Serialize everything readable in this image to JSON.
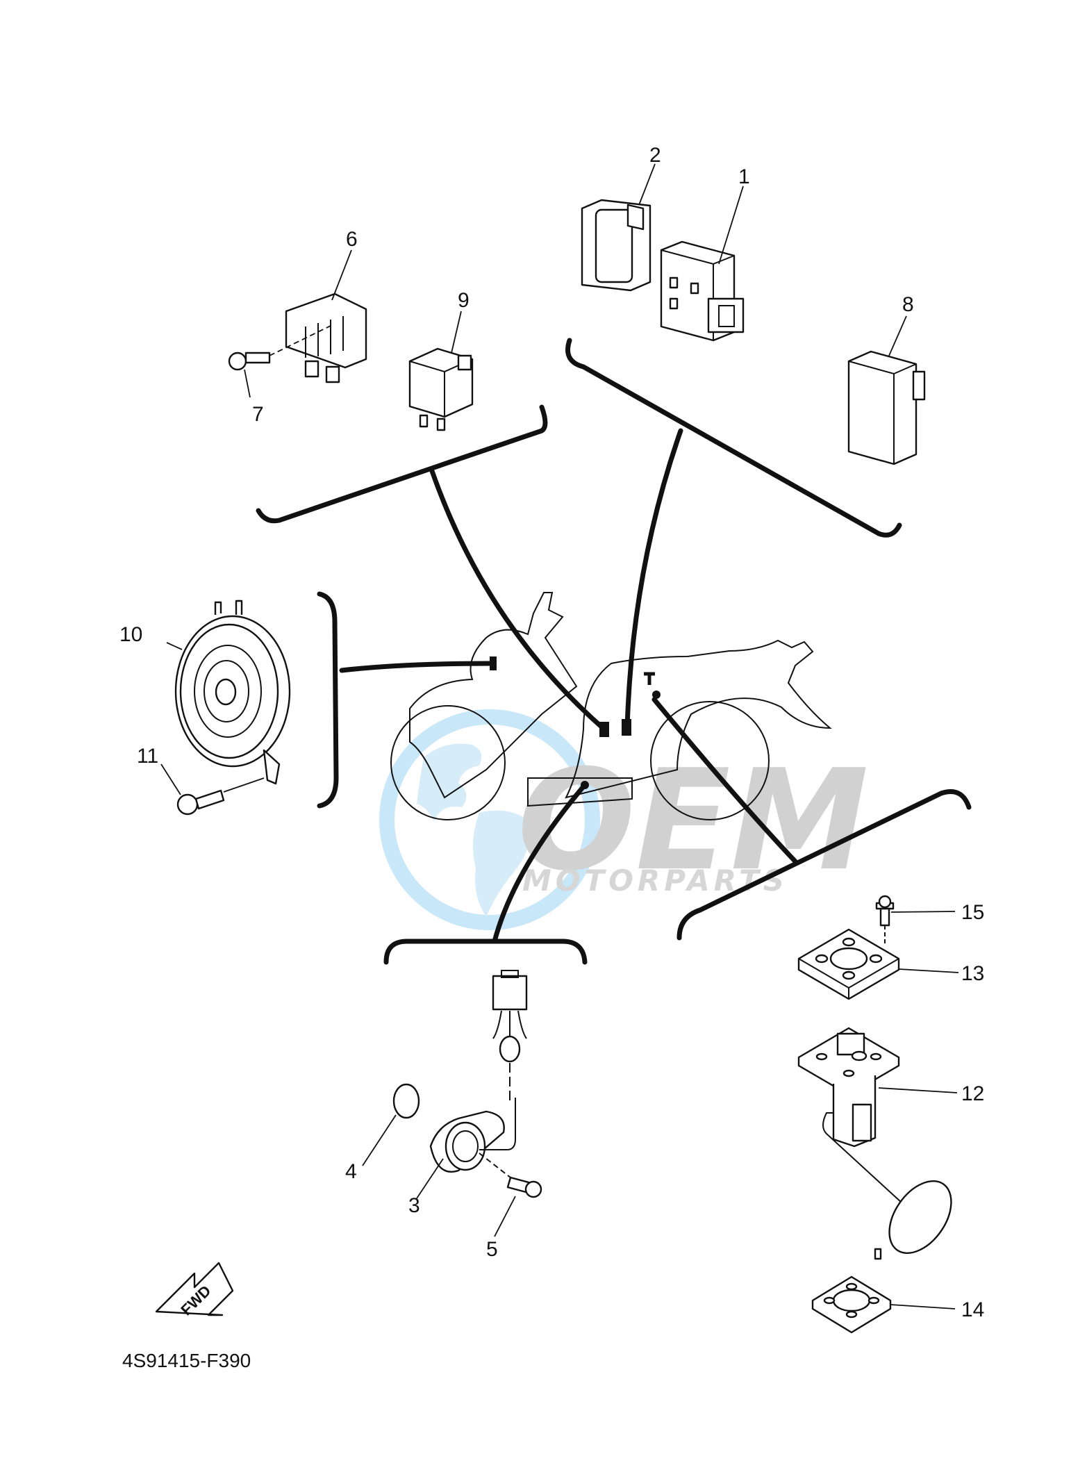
{
  "diagram": {
    "code": "4S91415-F390",
    "fwd_label": "FWD",
    "callouts": [
      {
        "id": "1",
        "part": "connector"
      },
      {
        "id": "2",
        "part": "connector-cover"
      },
      {
        "id": "3",
        "part": "speed-sensor"
      },
      {
        "id": "4",
        "part": "o-ring"
      },
      {
        "id": "5",
        "part": "screw"
      },
      {
        "id": "6",
        "part": "rectifier-regulator"
      },
      {
        "id": "7",
        "part": "bolt"
      },
      {
        "id": "8",
        "part": "relay-unit"
      },
      {
        "id": "9",
        "part": "flasher-relay"
      },
      {
        "id": "10",
        "part": "horn"
      },
      {
        "id": "11",
        "part": "bolt"
      },
      {
        "id": "12",
        "part": "fuel-sender-unit"
      },
      {
        "id": "13",
        "part": "plate"
      },
      {
        "id": "14",
        "part": "gasket"
      },
      {
        "id": "15",
        "part": "bolt"
      }
    ]
  },
  "watermark": {
    "brand": "OEM",
    "tagline": "MOTORPARTS",
    "colors": {
      "globe": "#bfe3f7",
      "brand": "#c9c9c9"
    }
  }
}
